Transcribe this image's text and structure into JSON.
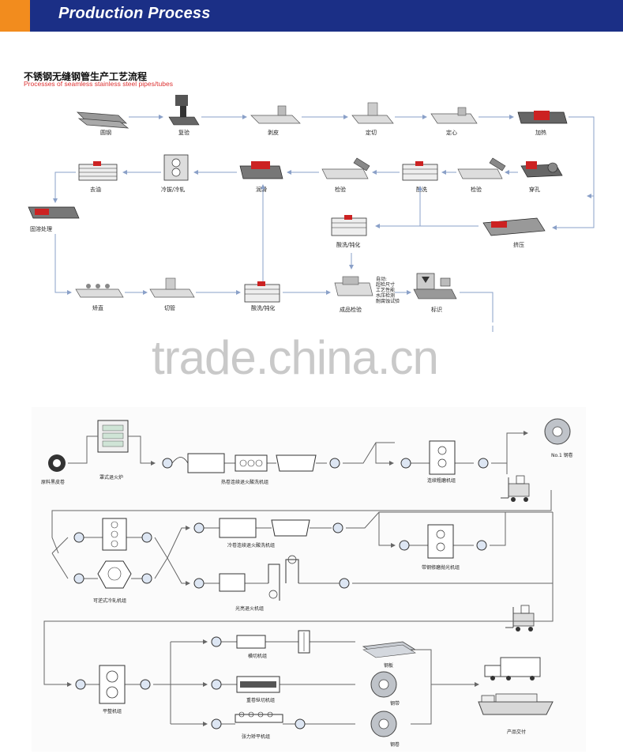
{
  "banner": {
    "title": "Production Process",
    "accent_color": "#f28c1e",
    "bg_color": "#1b2f86"
  },
  "upper": {
    "title_cn": "不锈钢无缝钢管生产工艺流程",
    "title_en": "Processes of seamless stainless steel pipes/tubes",
    "steps": {
      "round_steel": "圆钢",
      "inspection1": "复验",
      "peeling": "剥皮",
      "cut_length": "定切",
      "centering": "定心",
      "heating": "加热",
      "degreasing": "去油",
      "cold_draw": "冷拔/冷轧",
      "lubrication": "润滑",
      "inspect_a": "检验",
      "pickling": "酸洗",
      "inspect_b": "检验",
      "piercing": "穿孔",
      "solution": "固溶处理",
      "pickle_passivate1": "酸洗/钝化",
      "extrusion": "挤压",
      "straightening": "矫直",
      "pipe_cut": "切管",
      "pickle_passivate2": "酸洗/钝化",
      "final_inspection": "成品检验",
      "marking": "标识",
      "test_items": [
        "自动:",
        "超检尺寸",
        "工艺性能",
        "水压检测",
        "耐腐蚀试验"
      ]
    },
    "watermark": "trade.china.cn"
  },
  "lower": {
    "labels": {
      "raw_coil": "原料黑皮卷",
      "bell_furnace": "罩式退火炉",
      "hot_anneal_line": "热卷连续退火酸洗机组",
      "rough_grind": "连续粗磨机组",
      "no1_coil": "No.1 钢卷",
      "reversible_mill": "可逆式冷轧机组",
      "cold_anneal_line": "冷卷连续退火酸洗机组",
      "strip_polish": "带钢修磨抛光机组",
      "bright_anneal": "光亮退火机组",
      "cross_cut": "横切机组",
      "plate": "钢板",
      "temper_mill": "平整机组",
      "slitting": "重卷纵切机组",
      "strip": "钢带",
      "tension_level": "张力矫平机组",
      "coil": "钢卷",
      "delivery": "产品交付"
    }
  }
}
